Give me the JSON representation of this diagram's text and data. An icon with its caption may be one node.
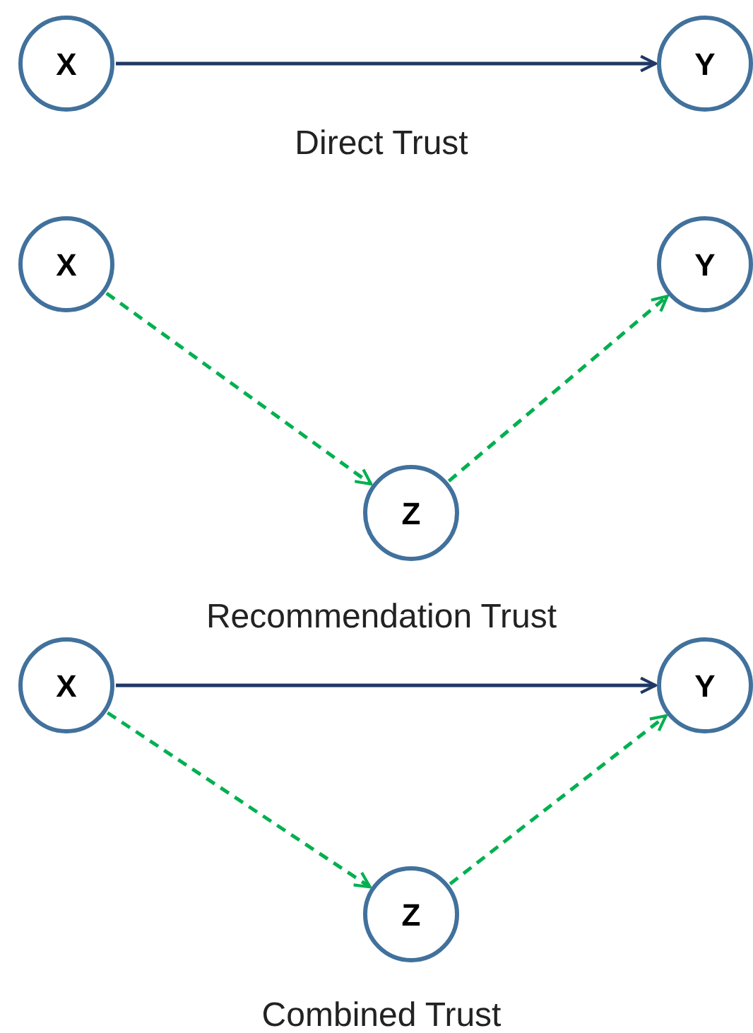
{
  "diagram": {
    "nodes": [
      {
        "text": [
          "X"
        ]
      },
      {
        "text": [
          "Y"
        ]
      },
      {
        "text": [
          "X"
        ]
      },
      {
        "text": [
          "Y"
        ]
      },
      {
        "text": [
          "Z"
        ]
      },
      {
        "text": [
          "X"
        ]
      },
      {
        "text": [
          "Y"
        ]
      },
      {
        "text": [
          "Z"
        ]
      }
    ],
    "edges": [
      {
        "from": 0,
        "to": 1,
        "arrow": "to",
        "color": "#1f3864"
      },
      {
        "from": 2,
        "to": 4,
        "arrow": "to",
        "style": "dashed",
        "color": "#00b050"
      },
      {
        "from": 4,
        "to": 3,
        "arrow": "to",
        "style": "dashed",
        "color": "#00b050"
      },
      {
        "from": 5,
        "to": 6,
        "arrow": "to",
        "color": "#1f3864"
      },
      {
        "from": 5,
        "to": 7,
        "arrow": "to",
        "style": "dashed",
        "color": "#00b050"
      },
      {
        "from": 7,
        "to": 6,
        "arrow": "to",
        "style": "dashed",
        "color": "#00b050"
      }
    ],
    "labels": [
      "Direct Trust",
      "Recommendation Trust",
      "Combined Trust"
    ]
  }
}
